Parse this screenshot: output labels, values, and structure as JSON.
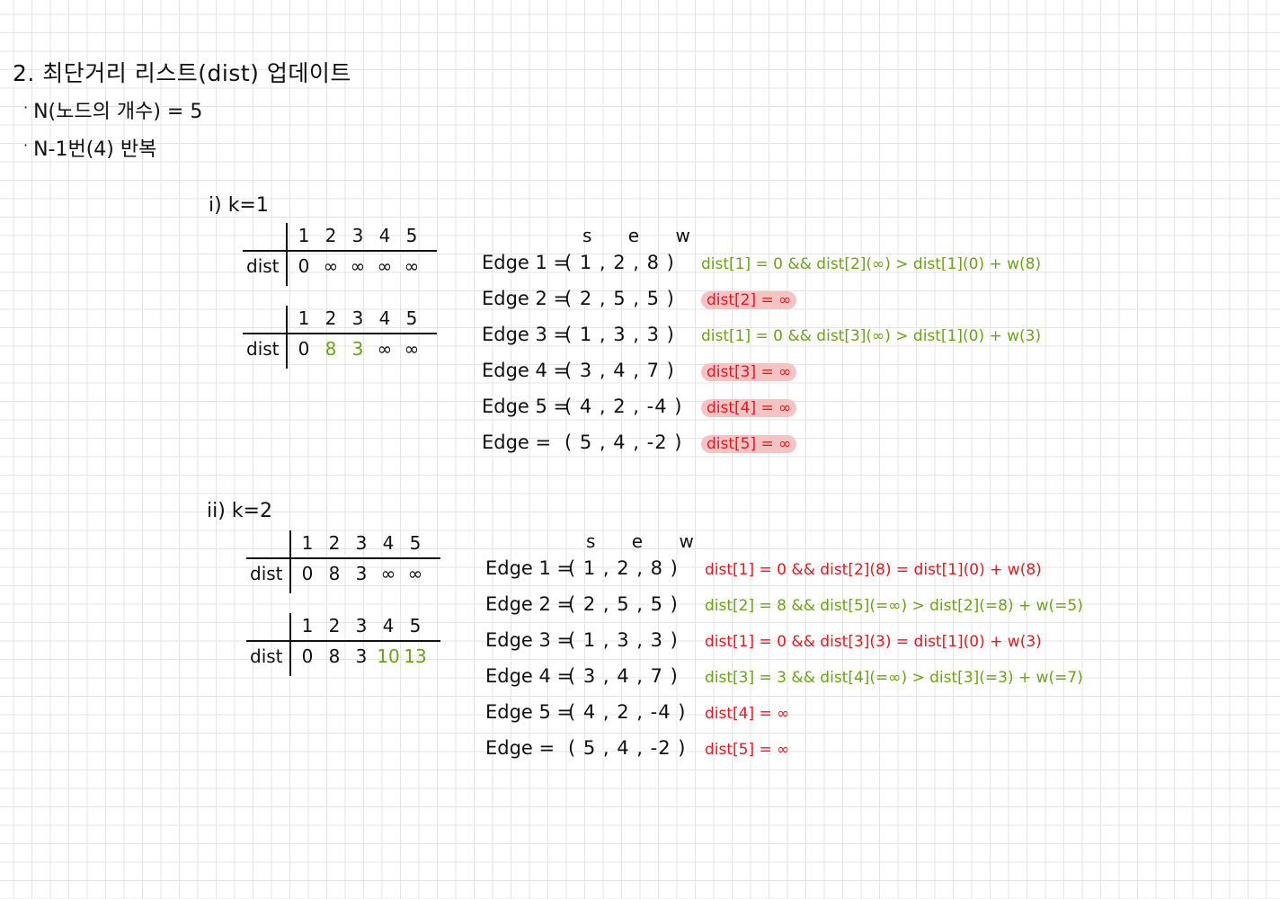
{
  "header": {
    "title": "2. 최단거리 리스트(dist) 업데이트",
    "bullets": [
      "N(노드의 개수) = 5",
      "N-1번(4) 반복"
    ]
  },
  "columns": [
    "1",
    "2",
    "3",
    "4",
    "5"
  ],
  "row_label": "dist",
  "sew_header": [
    "s",
    "e",
    "w"
  ],
  "cases": [
    {
      "label": "i) k=1",
      "before": [
        "0",
        "∞",
        "∞",
        "∞",
        "∞"
      ],
      "after": [
        "0",
        "8",
        "3",
        "∞",
        "∞"
      ],
      "edges": [
        {
          "label": "Edge 1 =",
          "tuple": "( 1 , 2 , 8 )",
          "note": "dist[1] = 0 && dist[2](∞) > dist[1](0) + w(8)",
          "color": "green"
        },
        {
          "label": "Edge 2 =",
          "tuple": "( 2 , 5 , 5 )",
          "note": "dist[2] = ∞",
          "color": "red"
        },
        {
          "label": "Edge 3 =",
          "tuple": "( 1 , 3 , 3 )",
          "note": "dist[1] = 0 && dist[3](∞) > dist[1](0) + w(3)",
          "color": "green"
        },
        {
          "label": "Edge 4 =",
          "tuple": "( 3 , 4 , 7 )",
          "note": "dist[3] = ∞",
          "color": "red"
        },
        {
          "label": "Edge 5 =",
          "tuple": "( 4 , 2 , -4 )",
          "note": "dist[4] = ∞",
          "color": "red"
        },
        {
          "label": "Edge  =",
          "tuple": "( 5 , 4 , -2 )",
          "note": "dist[5] = ∞",
          "color": "red"
        }
      ]
    },
    {
      "label": "ii) k=2",
      "before": [
        "0",
        "8",
        "3",
        "∞",
        "∞"
      ],
      "after": [
        "0",
        "8",
        "3",
        "10",
        "13"
      ],
      "edges": [
        {
          "label": "Edge 1 =",
          "tuple": "( 1 , 2 , 8 )",
          "note": "dist[1] = 0 && dist[2](8) = dist[1](0) + w(8)",
          "color": "red"
        },
        {
          "label": "Edge 2 =",
          "tuple": "( 2 , 5 , 5 )",
          "note": "dist[2] = 8 && dist[5](=∞) > dist[2](=8) + w(=5)",
          "color": "green"
        },
        {
          "label": "Edge 3 =",
          "tuple": "( 1 , 3 , 3 )",
          "note": "dist[1] = 0 && dist[3](3) = dist[1](0) + w(3)",
          "color": "red"
        },
        {
          "label": "Edge 4 =",
          "tuple": "( 3 , 4 , 7 )",
          "note": "dist[3] = 3 && dist[4](=∞) > dist[3](=3) + w(=7)",
          "color": "green"
        },
        {
          "label": "Edge 5 =",
          "tuple": "( 4 , 2 , -4 )",
          "note": "dist[4] = ∞",
          "color": "red"
        },
        {
          "label": "Edge  =",
          "tuple": "( 5 , 4 , -2 )",
          "note": "dist[5] = ∞",
          "color": "red"
        }
      ]
    }
  ],
  "colors": {
    "updated": "#6aa317",
    "skipped": "#e8171e",
    "highlight": "#f6c3c3",
    "ink": "#111111"
  }
}
